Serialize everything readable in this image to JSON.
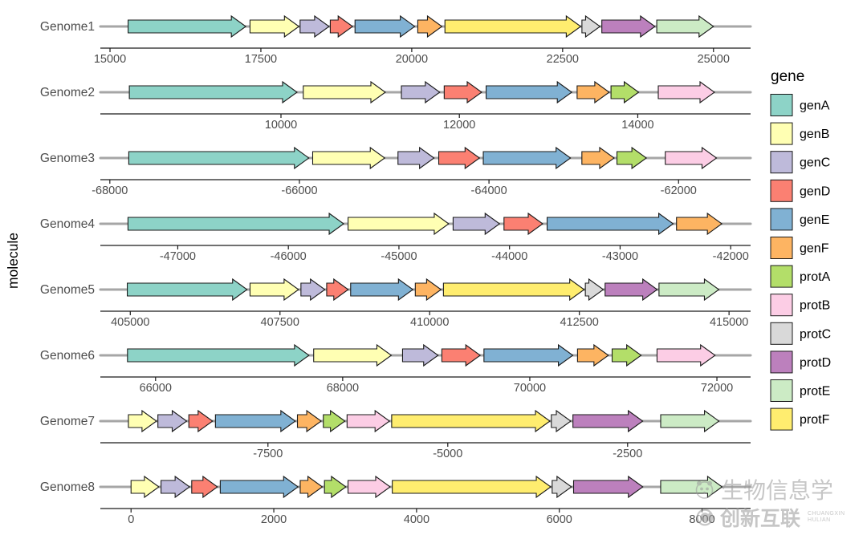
{
  "watermarks": {
    "bioinfo": "生物信息学",
    "chuangxin": "创新互联",
    "chuangxin_small": [
      "CHUANGXIN",
      "HULIAN"
    ]
  },
  "chart_data": {
    "type": "gene-arrow-map",
    "title": "",
    "ylabel": "molecule",
    "legend_title": "gene",
    "legend_position": "right",
    "orientation": "all genes point right (forward strand)",
    "legend": [
      "genA",
      "genB",
      "genC",
      "genD",
      "genE",
      "genF",
      "protA",
      "protB",
      "protC",
      "protD",
      "protE",
      "protF"
    ],
    "gene_colors": {
      "genA": "#8DD3C7",
      "genB": "#FFFFB3",
      "genC": "#BEBADA",
      "genD": "#FB8072",
      "genE": "#80B1D3",
      "genF": "#FDB462",
      "protA": "#B3DE69",
      "protB": "#FCCDE5",
      "protC": "#D9D9D9",
      "protD": "#BC80BD",
      "protE": "#CCEBC5",
      "protF": "#FFED6F"
    },
    "colors": {
      "molecule_line": "#A6A6A6",
      "axis_line": "#1A1A1A",
      "gene_outline": "#1A1A1A",
      "tick_text": "#4D4D4D",
      "label_text": "#4D4D4D",
      "title_text": "#000000"
    },
    "rows": [
      {
        "molecule": "Genome1",
        "xlim": [
          14840,
          25615
        ],
        "ticks": [
          15000,
          17500,
          20000,
          22500,
          25000
        ],
        "genes": [
          {
            "gene": "genA",
            "start": 15300,
            "end": 17250
          },
          {
            "gene": "genB",
            "start": 17320,
            "end": 18130
          },
          {
            "gene": "genC",
            "start": 18150,
            "end": 18630
          },
          {
            "gene": "genD",
            "start": 18650,
            "end": 19020
          },
          {
            "gene": "genE",
            "start": 19060,
            "end": 20050
          },
          {
            "gene": "genF",
            "start": 20100,
            "end": 20500
          },
          {
            "gene": "protF",
            "start": 20550,
            "end": 22800
          },
          {
            "gene": "protC",
            "start": 22820,
            "end": 23120
          },
          {
            "gene": "protD",
            "start": 23150,
            "end": 24030
          },
          {
            "gene": "protE",
            "start": 24060,
            "end": 25000
          }
        ]
      },
      {
        "molecule": "Genome2",
        "xlim": [
          7975,
          15265
        ],
        "ticks": [
          10000,
          12000,
          14000
        ],
        "genes": [
          {
            "gene": "genA",
            "start": 8300,
            "end": 10180
          },
          {
            "gene": "genB",
            "start": 10250,
            "end": 11170
          },
          {
            "gene": "genC",
            "start": 11350,
            "end": 11780
          },
          {
            "gene": "genD",
            "start": 11830,
            "end": 12250
          },
          {
            "gene": "genE",
            "start": 12300,
            "end": 13260
          },
          {
            "gene": "genF",
            "start": 13320,
            "end": 13680
          },
          {
            "gene": "protA",
            "start": 13700,
            "end": 14010
          },
          {
            "gene": "protB",
            "start": 14230,
            "end": 14860
          }
        ]
      },
      {
        "molecule": "Genome3",
        "xlim": [
          -68100,
          -61240
        ],
        "ticks": [
          -68000,
          -66000,
          -64000,
          -62000
        ],
        "genes": [
          {
            "gene": "genA",
            "start": -67800,
            "end": -65900
          },
          {
            "gene": "genB",
            "start": -65860,
            "end": -65100
          },
          {
            "gene": "genC",
            "start": -64960,
            "end": -64580
          },
          {
            "gene": "genD",
            "start": -64530,
            "end": -64100
          },
          {
            "gene": "genE",
            "start": -64060,
            "end": -63140
          },
          {
            "gene": "genF",
            "start": -63020,
            "end": -62680
          },
          {
            "gene": "protA",
            "start": -62650,
            "end": -62340
          },
          {
            "gene": "protB",
            "start": -62140,
            "end": -61600
          }
        ]
      },
      {
        "molecule": "Genome4",
        "xlim": [
          -47700,
          -41820
        ],
        "ticks": [
          -47000,
          -46000,
          -45000,
          -44000,
          -43000,
          -42000
        ],
        "genes": [
          {
            "gene": "genA",
            "start": -47450,
            "end": -45500
          },
          {
            "gene": "genB",
            "start": -45460,
            "end": -44550
          },
          {
            "gene": "genC",
            "start": -44510,
            "end": -44090
          },
          {
            "gene": "genD",
            "start": -44050,
            "end": -43700
          },
          {
            "gene": "genE",
            "start": -43660,
            "end": -42520
          },
          {
            "gene": "genF",
            "start": -42490,
            "end": -42080
          }
        ]
      },
      {
        "molecule": "Genome5",
        "xlim": [
          404500,
          415360
        ],
        "ticks": [
          405000,
          407500,
          410000,
          412500,
          415000
        ],
        "genes": [
          {
            "gene": "genA",
            "start": 404950,
            "end": 406950
          },
          {
            "gene": "genB",
            "start": 407000,
            "end": 407810
          },
          {
            "gene": "genC",
            "start": 407850,
            "end": 408250
          },
          {
            "gene": "genD",
            "start": 408280,
            "end": 408640
          },
          {
            "gene": "genE",
            "start": 408680,
            "end": 409720
          },
          {
            "gene": "genF",
            "start": 409760,
            "end": 410190
          },
          {
            "gene": "protF",
            "start": 410230,
            "end": 412580
          },
          {
            "gene": "protC",
            "start": 412600,
            "end": 412900
          },
          {
            "gene": "protD",
            "start": 412930,
            "end": 413800
          },
          {
            "gene": "protE",
            "start": 413830,
            "end": 414830
          }
        ]
      },
      {
        "molecule": "Genome6",
        "xlim": [
          65410,
          72360
        ],
        "ticks": [
          66000,
          68000,
          70000,
          72000
        ],
        "genes": [
          {
            "gene": "genA",
            "start": 65700,
            "end": 67640
          },
          {
            "gene": "genB",
            "start": 67690,
            "end": 68520
          },
          {
            "gene": "genC",
            "start": 68640,
            "end": 69020
          },
          {
            "gene": "genD",
            "start": 69060,
            "end": 69470
          },
          {
            "gene": "genE",
            "start": 69510,
            "end": 70460
          },
          {
            "gene": "genF",
            "start": 70510,
            "end": 70840
          },
          {
            "gene": "protA",
            "start": 70880,
            "end": 71190
          },
          {
            "gene": "protB",
            "start": 71360,
            "end": 71980
          }
        ]
      },
      {
        "molecule": "Genome7",
        "xlim": [
          -9830,
          -790
        ],
        "ticks": [
          -7500,
          -5000,
          -2500
        ],
        "genes": [
          {
            "gene": "genB",
            "start": -9440,
            "end": -9050
          },
          {
            "gene": "genC",
            "start": -9030,
            "end": -8630
          },
          {
            "gene": "genD",
            "start": -8600,
            "end": -8270
          },
          {
            "gene": "genE",
            "start": -8230,
            "end": -7120
          },
          {
            "gene": "genF",
            "start": -7090,
            "end": -6760
          },
          {
            "gene": "protA",
            "start": -6730,
            "end": -6430
          },
          {
            "gene": "protB",
            "start": -6400,
            "end": -5810
          },
          {
            "gene": "protF",
            "start": -5780,
            "end": -3580
          },
          {
            "gene": "protC",
            "start": -3560,
            "end": -3290
          },
          {
            "gene": "protD",
            "start": -3260,
            "end": -2290
          },
          {
            "gene": "protE",
            "start": -2040,
            "end": -1230
          }
        ]
      },
      {
        "molecule": "Genome8",
        "xlim": [
          -430,
          8680
        ],
        "ticks": [
          0,
          2000,
          4000,
          6000,
          8000
        ],
        "genes": [
          {
            "gene": "genB",
            "start": 0,
            "end": 390
          },
          {
            "gene": "genC",
            "start": 420,
            "end": 820
          },
          {
            "gene": "genD",
            "start": 850,
            "end": 1210
          },
          {
            "gene": "genE",
            "start": 1250,
            "end": 2340
          },
          {
            "gene": "genF",
            "start": 2370,
            "end": 2680
          },
          {
            "gene": "protA",
            "start": 2710,
            "end": 3010
          },
          {
            "gene": "protB",
            "start": 3040,
            "end": 3630
          },
          {
            "gene": "protF",
            "start": 3660,
            "end": 5880
          },
          {
            "gene": "protC",
            "start": 5900,
            "end": 6170
          },
          {
            "gene": "protD",
            "start": 6200,
            "end": 7170
          },
          {
            "gene": "protE",
            "start": 7420,
            "end": 8280
          }
        ]
      }
    ]
  }
}
